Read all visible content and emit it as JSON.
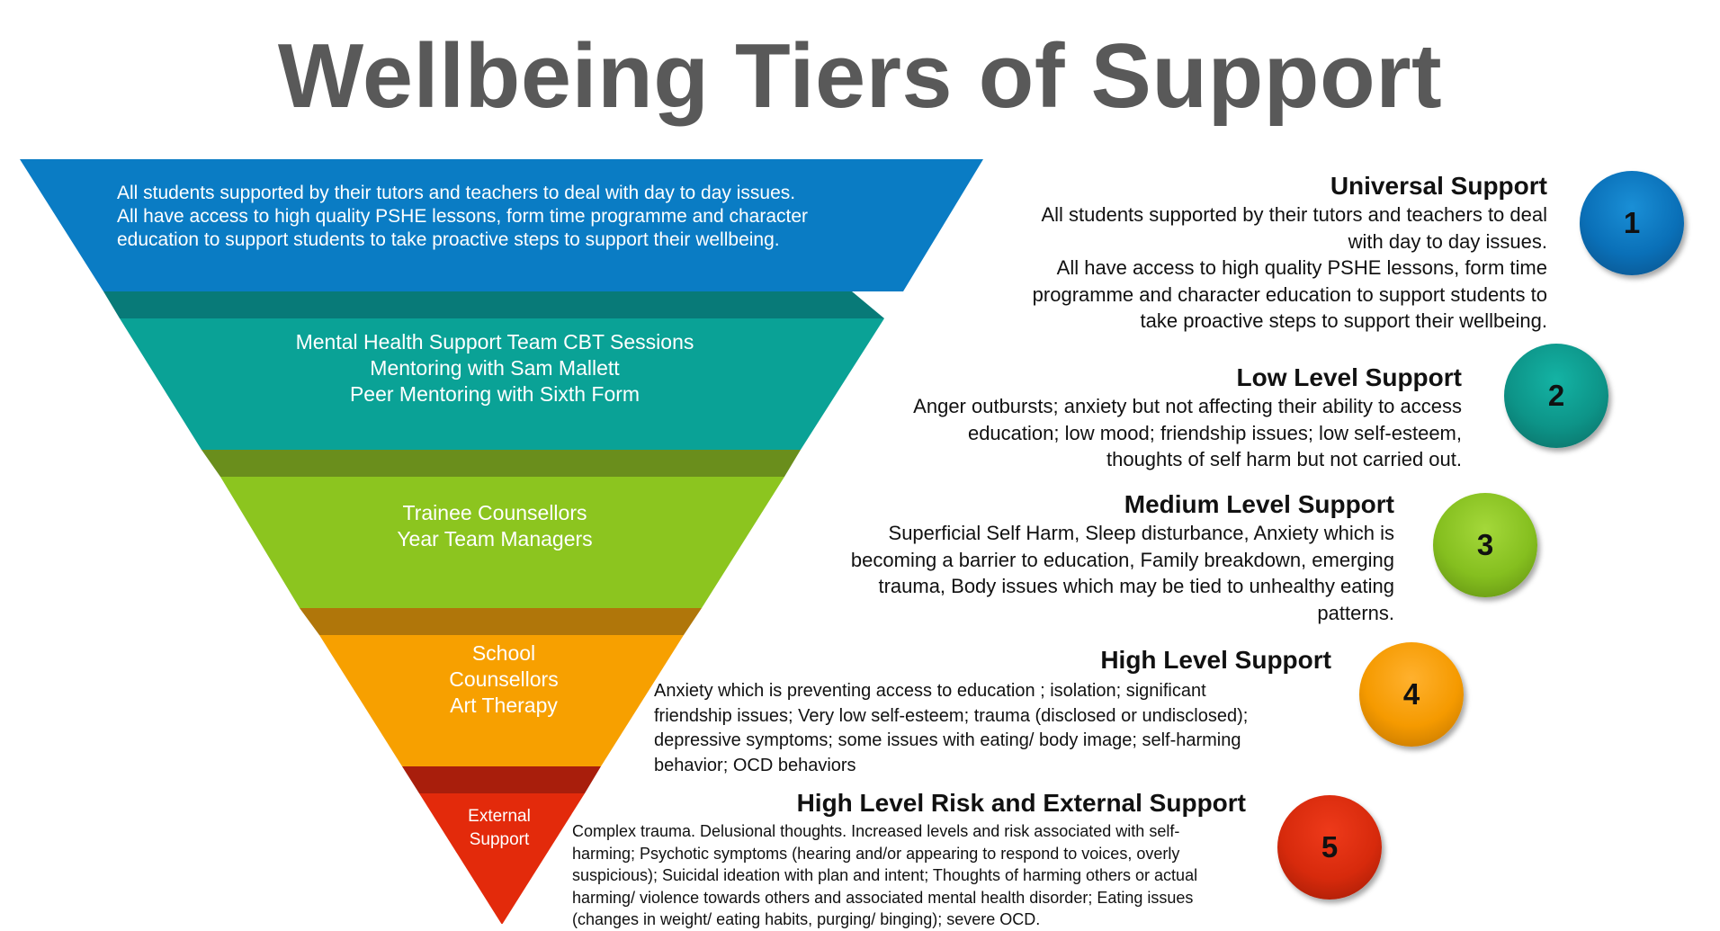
{
  "title": "Wellbeing Tiers of Support",
  "colors": {
    "title": "#595959",
    "tier_1": "#0a7cc4",
    "tier_1_band": "#087a78",
    "tier_2": "#0aa296",
    "tier_2_band": "#6a8e1c",
    "tier_3": "#8cc51f",
    "tier_3_band": "#b0760a",
    "tier_4": "#f7a000",
    "tier_4_band": "#a81e0c",
    "tier_5": "#e32a0b"
  },
  "funnel": {
    "tier_1": [
      "All students supported by their tutors and teachers to deal with day to day issues.",
      "All have access to high quality PSHE lessons, form time programme and character",
      "education to support students to take proactive steps to support their wellbeing."
    ],
    "tier_2": [
      "Mental Health Support Team CBT Sessions",
      "Mentoring with Sam Mallett",
      "Peer Mentoring with Sixth Form"
    ],
    "tier_3": [
      "Trainee Counsellors",
      "Year Team Managers"
    ],
    "tier_4": [
      "School",
      "Counsellors",
      "Art Therapy"
    ],
    "tier_5": [
      "External",
      "Support"
    ]
  },
  "levels": [
    {
      "number": "1",
      "title": "Universal Support",
      "description": "All students supported by their tutors and teachers to deal\nwith day to day issues. \nAll have access to high quality PSHE lessons, form time\nprogramme and character education to support students to\ntake proactive steps to support their wellbeing."
    },
    {
      "number": "2",
      "title": "Low Level Support",
      "description": "Anger outbursts; anxiety but not affecting their ability to access\neducation; low mood; friendship issues; low self-esteem,\nthoughts of self harm but not carried out."
    },
    {
      "number": "3",
      "title": "Medium Level Support",
      "description": "Superficial Self Harm, Sleep disturbance, Anxiety which is\nbecoming a barrier to education, Family breakdown, emerging\ntrauma, Body issues which may be tied to unhealthy eating\npatterns."
    },
    {
      "number": "4",
      "title": "High Level Support",
      "description": "Anxiety which is preventing access to education ; isolation; significant\nfriendship issues; Very low self-esteem; trauma (disclosed or undisclosed);\ndepressive symptoms; some issues with eating/ body image; self-harming\nbehavior; OCD behaviors"
    },
    {
      "number": "5",
      "title": "High Level Risk and External Support",
      "description": "Complex trauma. Delusional thoughts. Increased levels and risk associated with self-\nharming;  Psychotic symptoms (hearing and/or appearing to respond to voices, overly\nsuspicious);  Suicidal ideation with plan and intent; Thoughts of harming others or actual\nharming/ violence towards others and associated mental health disorder; Eating issues\n(changes in weight/ eating habits, purging/ binging);  severe OCD."
    }
  ]
}
